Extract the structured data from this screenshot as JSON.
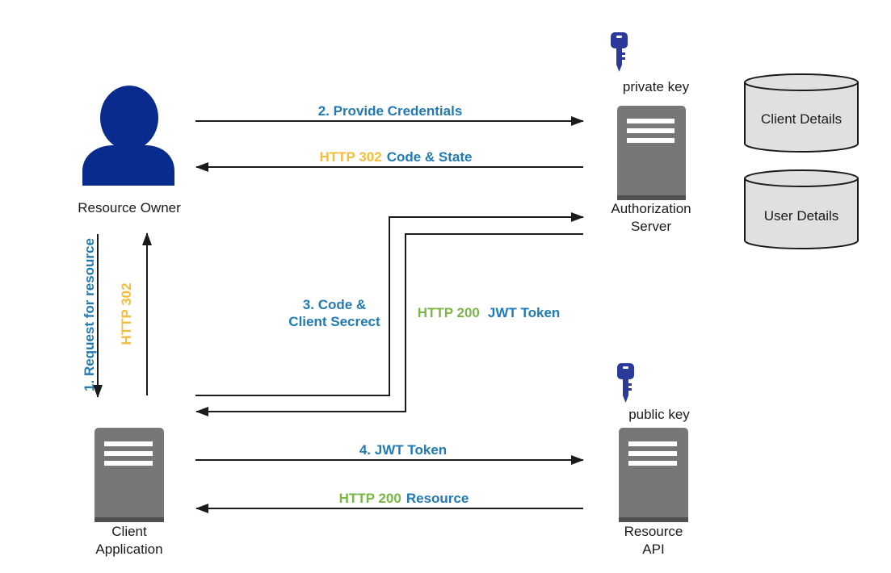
{
  "colors": {
    "blue": "#1f7ab5",
    "yellow": "#f6bd3b",
    "green": "#7ab648",
    "black": "#1a1a1a",
    "server": "#777777",
    "server_edge": "#505050",
    "person": "#0a2b8e",
    "key": "#2b3a9a",
    "db_fill": "#e0e0e0"
  },
  "icons": {
    "person": "person-icon",
    "server": "server-icon",
    "database": "database-icon",
    "key": "key-icon"
  },
  "nodes": {
    "resource_owner": "Resource Owner",
    "auth_server_line1": "Authorization",
    "auth_server_line2": "Server",
    "client_app_line1": "Client",
    "client_app_line2": "Application",
    "resource_api_line1": "Resource",
    "resource_api_line2": "API",
    "private_key": "private key",
    "public_key": "public key",
    "client_details": "Client Details",
    "user_details": "User Details"
  },
  "edges": {
    "e1_label": "1. Request for resource",
    "e1_back_label": "HTTP 302",
    "e2_label": "2. Provide Credentials",
    "e2_back_http": "HTTP 302",
    "e2_back_rest": "Code & State",
    "e3_line1": "3. Code &",
    "e3_line2": "Client Secrect",
    "e3_back_http": "HTTP 200",
    "e3_back_rest": "JWT Token",
    "e4_label": "4. JWT Token",
    "e4_back_http": "HTTP 200",
    "e4_back_rest": "Resource"
  }
}
